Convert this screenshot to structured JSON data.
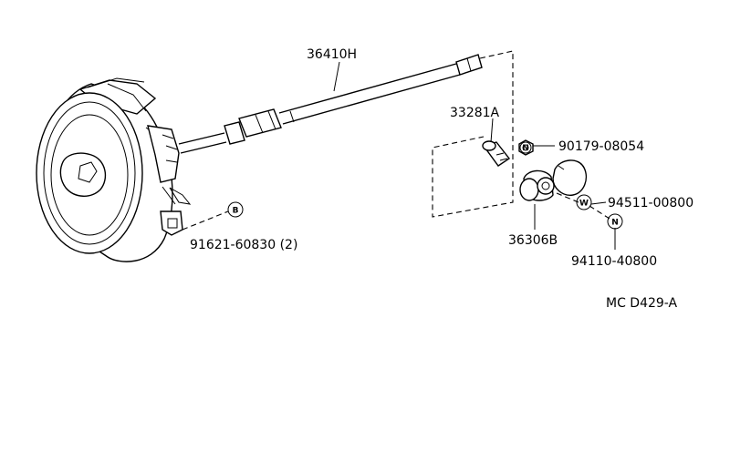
{
  "parts": {
    "cable_assembly": "36410H",
    "driven_gear": "33281A",
    "nut": "90179-08054",
    "washer": "94511-00800",
    "nut2": "94110-40800",
    "sleeve": "36306B",
    "bolt": "91621-60830 (2)"
  },
  "symbols": {
    "bolt": "B",
    "nut": "N",
    "washer": "W",
    "nut_small": "N"
  },
  "diagram_code": "MC D429-A"
}
